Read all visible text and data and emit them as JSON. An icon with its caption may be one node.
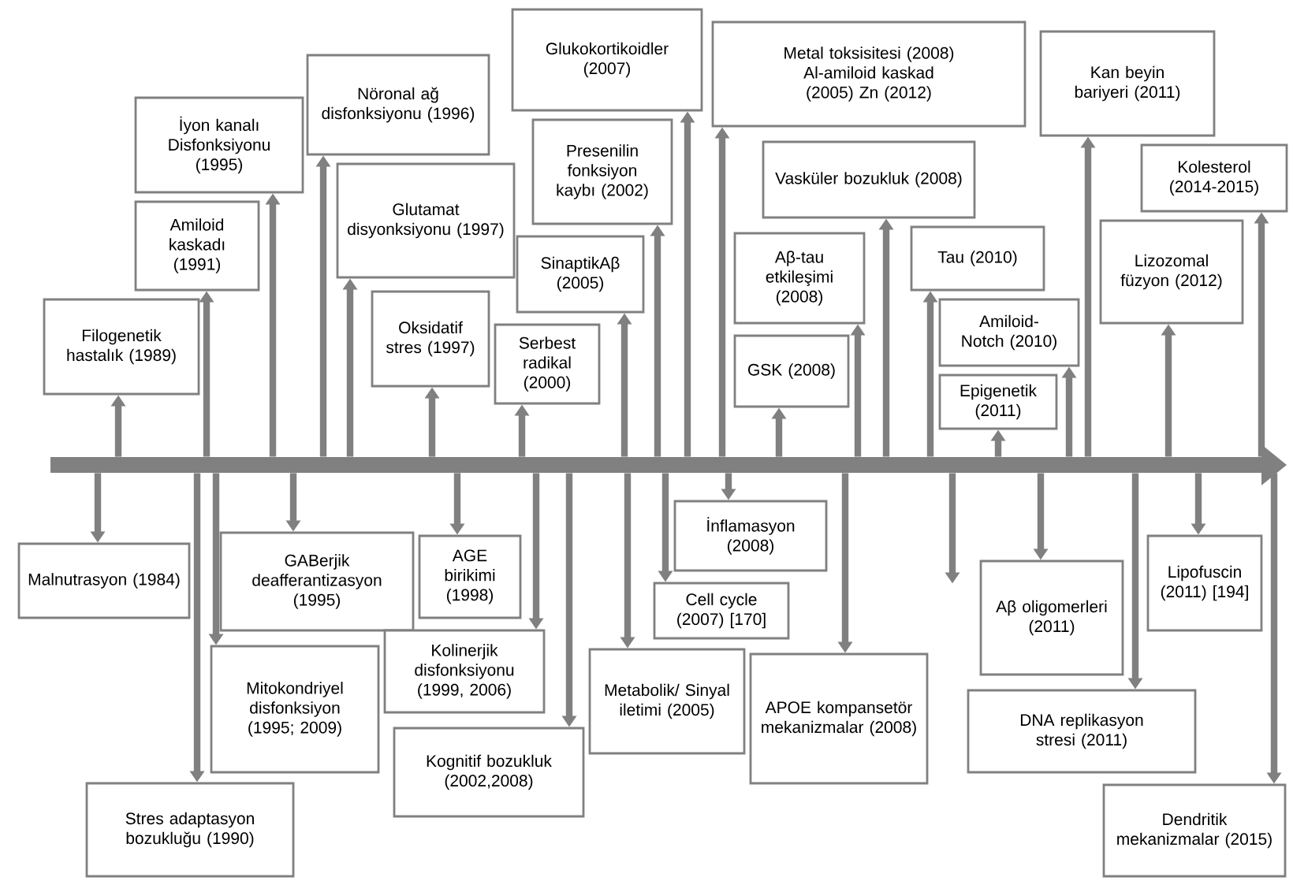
{
  "diagram": {
    "nodes": [
      {
        "text": [],
        "shape": "bar"
      },
      {
        "text": [
          "Filogenetik hastalık (1989)"
        ]
      },
      {
        "text": [
          "Amiloid kaskadı (1991)"
        ]
      },
      {
        "text": [
          "İyon kanalı Disfonksiyonu (1995)"
        ]
      },
      {
        "text": [
          "Nöronal ağ disfonksiyonu (1996)"
        ]
      },
      {
        "text": [
          "Glutamat disyonksiyonu (1997)"
        ]
      },
      {
        "text": [
          "Oksidatif stres (1997)"
        ]
      },
      {
        "text": [
          "Serbest radikal (2000)"
        ]
      },
      {
        "text": [
          "SinaptikAβ (2005)"
        ]
      },
      {
        "text": [
          "Presenilin fonksiyon kaybı (2002)"
        ]
      },
      {
        "text": [
          "Glukokortikoidler (2007)"
        ]
      },
      {
        "text": [
          "Metal toksisitesi (2008) Al-amiloid kaskad (2005) Zn (2012)"
        ]
      },
      {
        "text": [
          "Vasküler bozukluk (2008)"
        ]
      },
      {
        "text": [
          "Aβ-tau etkileşimi (2008)"
        ]
      },
      {
        "text": [
          "GSK (2008)"
        ]
      },
      {
        "text": [
          "Tau (2010)"
        ]
      },
      {
        "text": [
          "Amiloid-Notch (2010)"
        ]
      },
      {
        "text": [
          "Epigenetik (2011)"
        ]
      },
      {
        "text": [
          "Kan beyin bariyeri (2011)"
        ]
      },
      {
        "text": [
          "Kolesterol (2014-2015)"
        ]
      },
      {
        "text": [
          "Lizozomal füzyon (2012)"
        ]
      },
      {
        "text": [
          "Malnutrasyon (1984)"
        ]
      },
      {
        "text": [
          "GABerjik deafferantizasyon (1995)"
        ]
      },
      {
        "text": [
          "AGE birikimi (1998)"
        ]
      },
      {
        "text": [
          "Kolinerjik disfonksiyonu (1999, 2006)"
        ]
      },
      {
        "text": [
          "Mitokondriyel disfonksiyon (1995; 2009)"
        ]
      },
      {
        "text": [
          "Stres adaptasyon bozukluğu (1990)"
        ]
      },
      {
        "text": [
          "Kognitif bozukluk (2002,2008)"
        ]
      },
      {
        "text": [
          "Metabolik/ Sinyal iletimi (2005)"
        ]
      },
      {
        "text": [
          "İnflamasyon (2008)"
        ]
      },
      {
        "text": [
          "Cell cycle (2007) [170]"
        ]
      },
      {
        "text": [
          "APOE kompansetör mekanizmalar (2008)"
        ]
      },
      {
        "text": [
          "Aβ oligomerleri (2011)"
        ]
      },
      {
        "text": [
          "Lipofuscin (2011) [194]"
        ]
      },
      {
        "text": [
          "DNA replikasyon stresi (2011)"
        ]
      },
      {
        "text": [
          "Dendritik mekanizmalar (2015)"
        ]
      }
    ],
    "edges": [
      {
        "from": 0,
        "to": 1,
        "arrow": "to"
      },
      {
        "from": 0,
        "to": 2,
        "arrow": "to"
      },
      {
        "from": 0,
        "to": 3,
        "arrow": "to"
      },
      {
        "from": 0,
        "to": 4,
        "arrow": "to"
      },
      {
        "from": 0,
        "to": 5,
        "arrow": "to"
      },
      {
        "from": 0,
        "to": 6,
        "arrow": "to"
      },
      {
        "from": 0,
        "to": 7,
        "arrow": "to"
      },
      {
        "from": 0,
        "to": 8,
        "arrow": "to"
      },
      {
        "from": 0,
        "to": 9,
        "arrow": "to"
      },
      {
        "from": 0,
        "to": 10,
        "arrow": "to"
      },
      {
        "from": 0,
        "to": 11,
        "arrow": "to"
      },
      {
        "from": 0,
        "to": 12,
        "arrow": "to"
      },
      {
        "from": 0,
        "to": 13,
        "arrow": "to"
      },
      {
        "from": 0,
        "to": 14,
        "arrow": "to"
      },
      {
        "from": 0,
        "to": 15,
        "arrow": "to"
      },
      {
        "from": 0,
        "to": 16,
        "arrow": "to"
      },
      {
        "from": 0,
        "to": 17,
        "arrow": "to"
      },
      {
        "from": 0,
        "to": 18,
        "arrow": "to"
      },
      {
        "from": 0,
        "to": 19,
        "arrow": "to"
      },
      {
        "from": 0,
        "to": 20,
        "arrow": "to"
      },
      {
        "from": 0,
        "to": 21,
        "arrow": "to"
      },
      {
        "from": 0,
        "to": 22,
        "arrow": "to"
      },
      {
        "from": 0,
        "to": 23,
        "arrow": "to"
      },
      {
        "from": 0,
        "to": 24,
        "arrow": "to"
      },
      {
        "from": 0,
        "to": 25,
        "arrow": "to"
      },
      {
        "from": 0,
        "to": 26,
        "arrow": "to"
      },
      {
        "from": 0,
        "to": 27,
        "arrow": "to"
      },
      {
        "from": 0,
        "to": 28,
        "arrow": "to"
      },
      {
        "from": 0,
        "to": 29,
        "arrow": "to"
      },
      {
        "from": 0,
        "to": 30,
        "arrow": "to"
      },
      {
        "from": 0,
        "to": 31,
        "arrow": "to"
      },
      {
        "from": 0,
        "to": 32,
        "arrow": "to"
      },
      {
        "from": 0,
        "to": 33,
        "arrow": "to"
      },
      {
        "from": 0,
        "to": 34,
        "arrow": "to"
      },
      {
        "from": 0,
        "to": 35,
        "arrow": "to"
      },
      {
        "from": 0,
        "to": null,
        "arrow": "to"
      }
    ]
  }
}
